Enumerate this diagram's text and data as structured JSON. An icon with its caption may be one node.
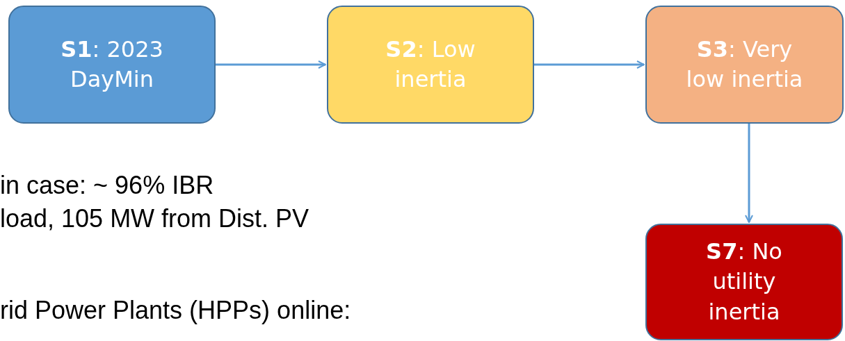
{
  "diagram": {
    "nodes": [
      {
        "text": [
          "**S1**: 2023 DayMin"
        ]
      },
      {
        "text": [
          "**S2**: Low inertia"
        ]
      },
      {
        "text": [
          "**S3**: Very low inertia"
        ]
      },
      {
        "text": [
          "**S7**: No utility inertia"
        ]
      }
    ],
    "edges": [
      {
        "from": 0,
        "to": 1,
        "arrow": "to"
      },
      {
        "from": 1,
        "to": 2,
        "arrow": "to"
      },
      {
        "from": 2,
        "to": 3,
        "arrow": "to"
      }
    ],
    "labels": [
      "in case: ~ 96% IBR",
      "load, 105 MW from Dist. PV",
      "rid Power Plants (HPPs) online:"
    ]
  }
}
